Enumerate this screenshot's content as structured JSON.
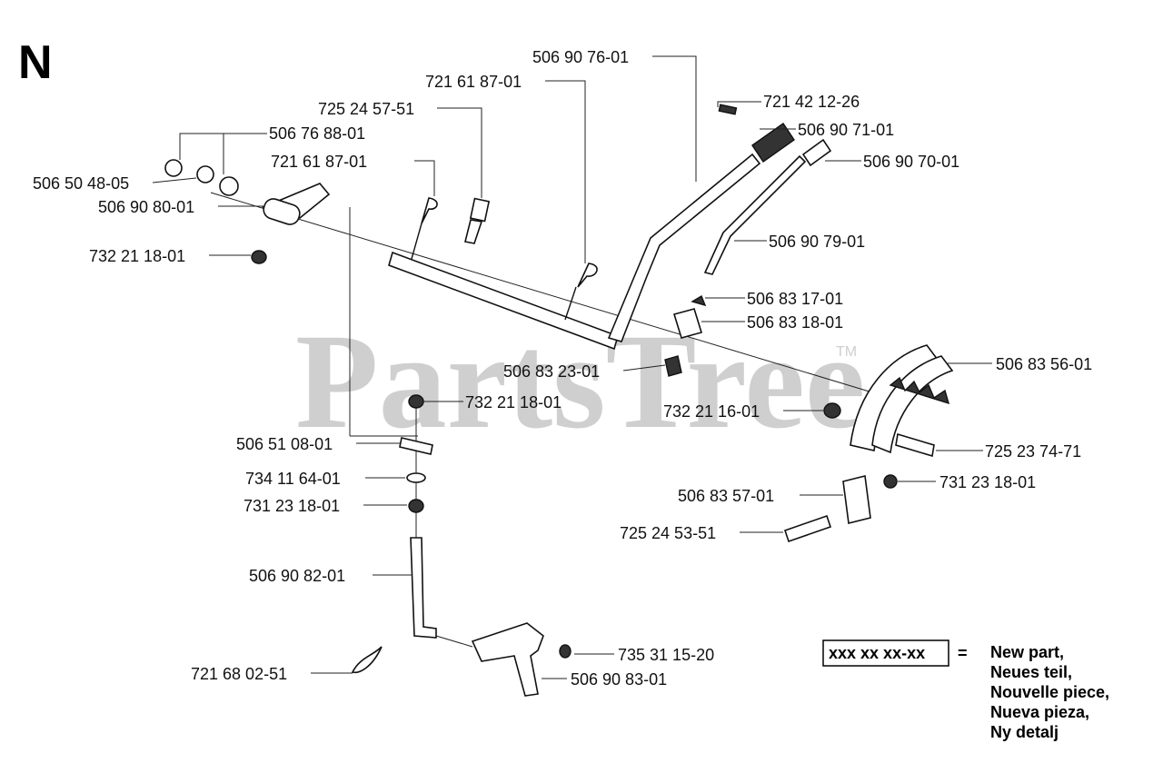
{
  "section_letter": "N",
  "watermark": {
    "text": "PartsTree",
    "tm": "TM"
  },
  "legend": {
    "box_text": "xxx xx xx-xx",
    "equals": "=",
    "lines": [
      "New part,",
      "Neues teil,",
      "Nouvelle piece,",
      "Nueva pieza,",
      "Ny detalj"
    ]
  },
  "part_labels": [
    "506 90 76-01",
    "721 61 87-01",
    "725 24 57-51",
    "721 42 12-26",
    "506 90 71-01",
    "506 76 88-01",
    "506 90 70-01",
    "721 61 87-01",
    "506 50 48-05",
    "506 90 80-01",
    "506 90 79-01",
    "732 21 18-01",
    "506 83 17-01",
    "506 83 18-01",
    "506 83 56-01",
    "506 83 23-01",
    "732 21 18-01",
    "732 21 16-01",
    "506 51 08-01",
    "725 23 74-71",
    "734 11 64-01",
    "731 23 18-01",
    "731 23 18-01",
    "506 83 57-01",
    "725 24 53-51",
    "506 90 82-01",
    "735 31 15-20",
    "721 68 02-51",
    "506 90 83-01"
  ]
}
